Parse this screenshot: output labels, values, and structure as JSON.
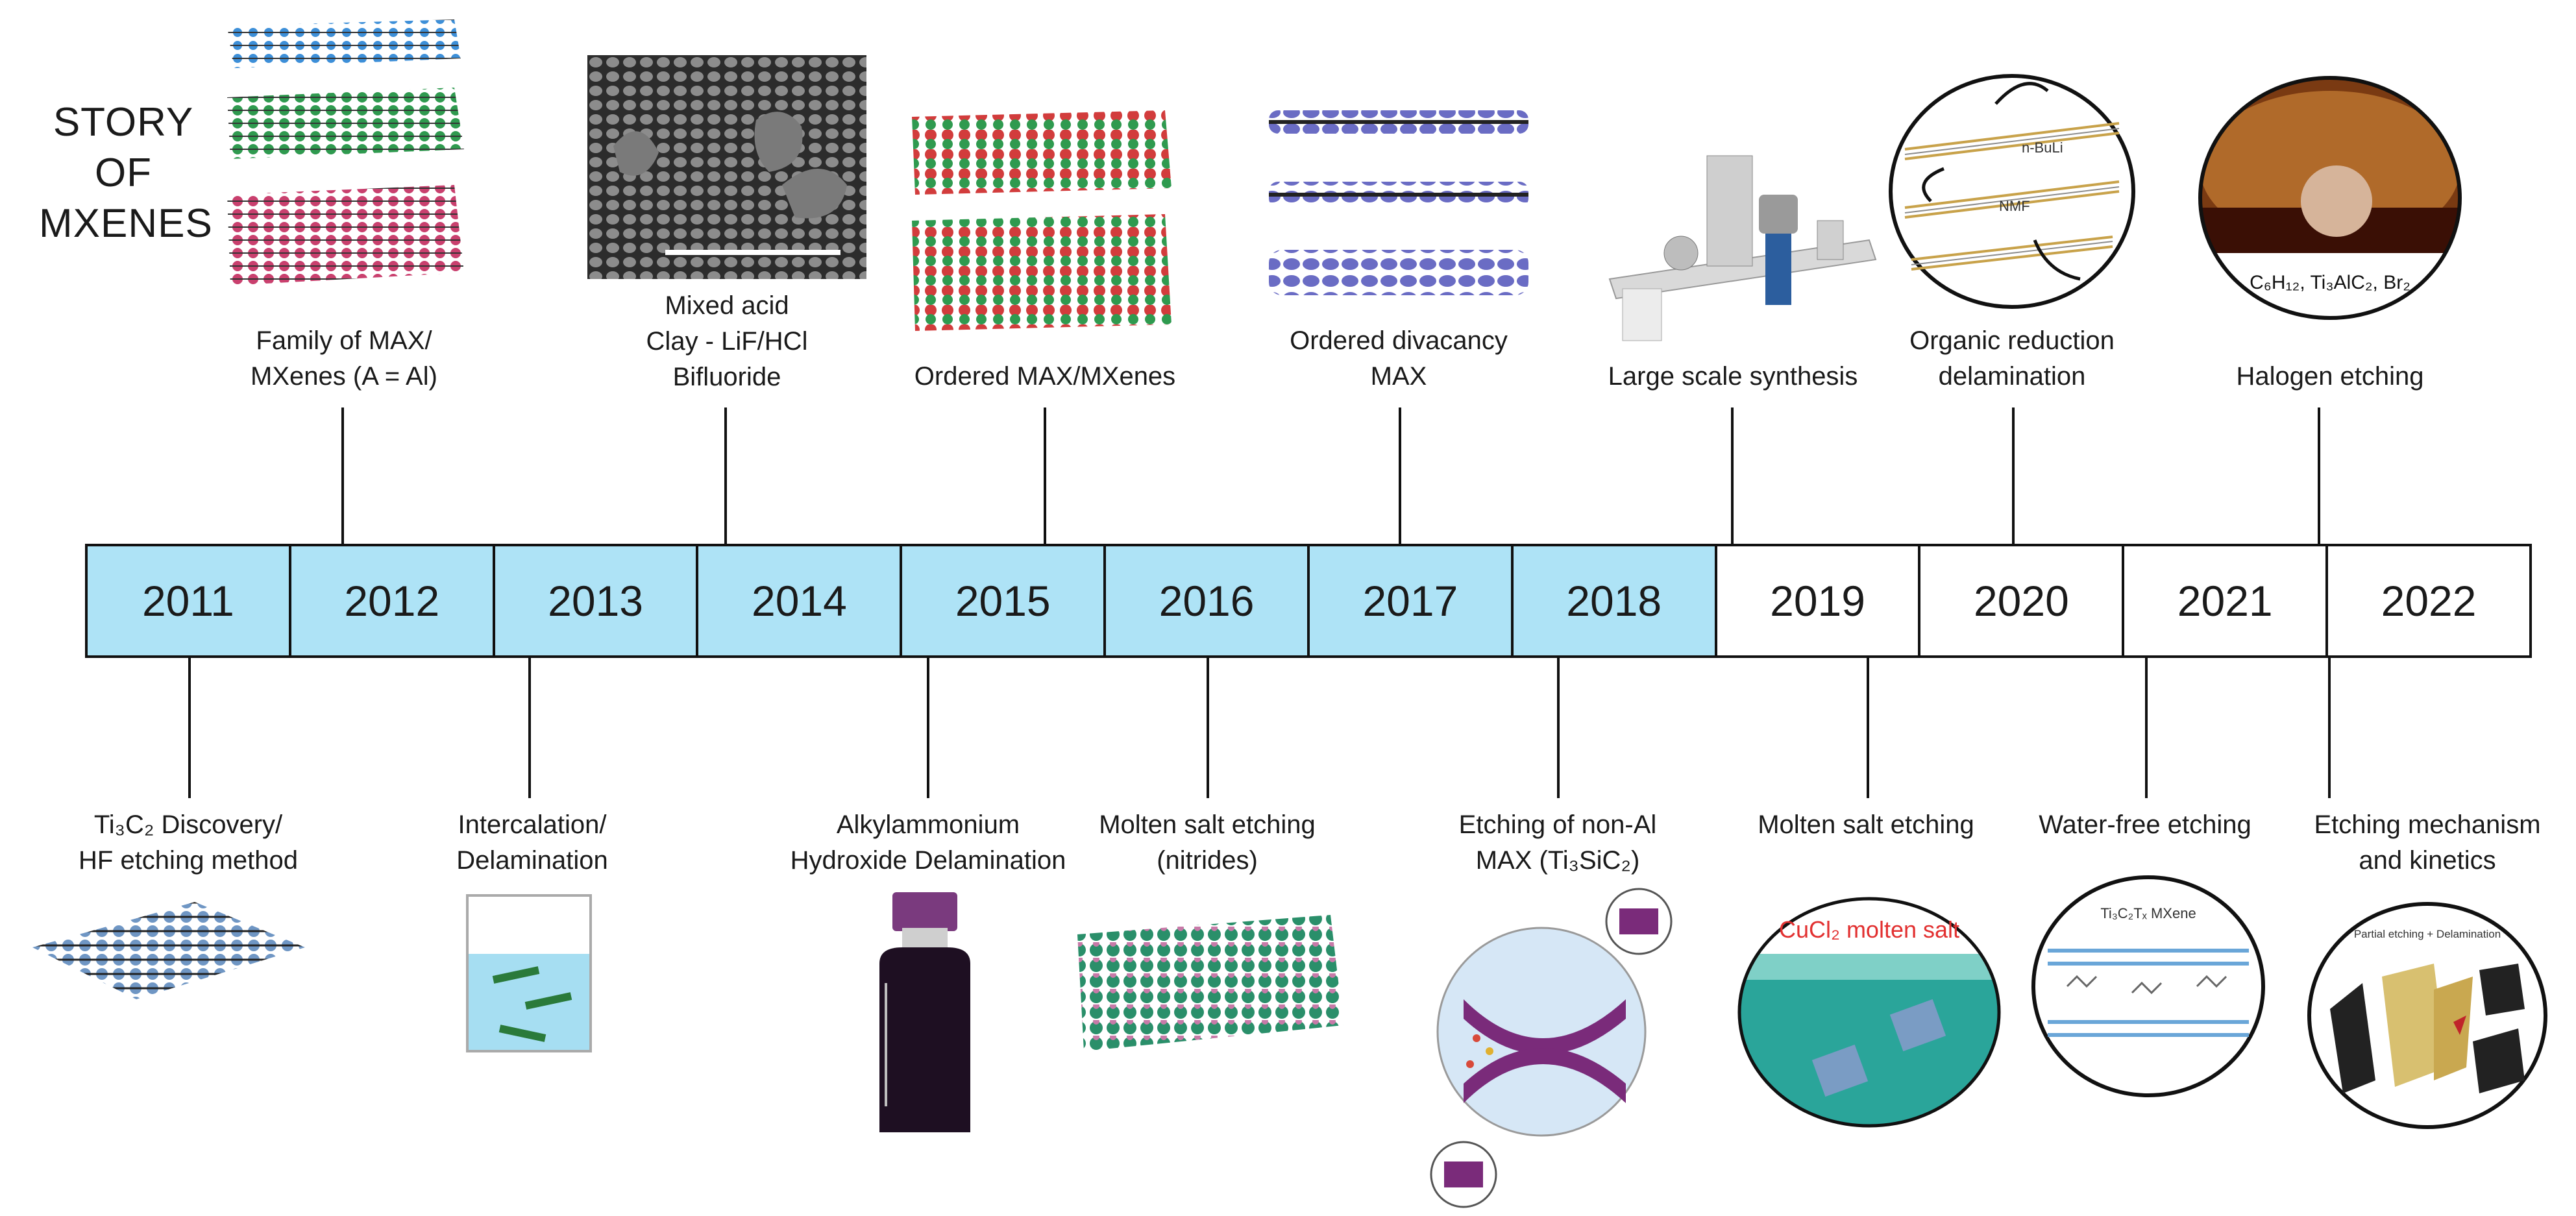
{
  "title": "STORY\nOF\nMXENES",
  "colors": {
    "highlight": "#aee3f6",
    "plain": "#ffffff",
    "line": "#111111"
  },
  "years": [
    {
      "label": "2011",
      "style": "highlight"
    },
    {
      "label": "2012",
      "style": "highlight"
    },
    {
      "label": "2013",
      "style": "highlight"
    },
    {
      "label": "2014",
      "style": "highlight"
    },
    {
      "label": "2015",
      "style": "highlight"
    },
    {
      "label": "2016",
      "style": "highlight"
    },
    {
      "label": "2017",
      "style": "highlight"
    },
    {
      "label": "2018",
      "style": "highlight"
    },
    {
      "label": "2019",
      "style": "plain"
    },
    {
      "label": "2020",
      "style": "plain"
    },
    {
      "label": "2021",
      "style": "plain"
    },
    {
      "label": "2022",
      "style": "plain"
    }
  ],
  "top_events": {
    "e2012": "Family of MAX/\nMXenes (A = Al)",
    "e2014": "Mixed acid\nClay - LiF/HCl\nBifluoride",
    "e2015": "Ordered MAX/MXenes",
    "e2017": "Ordered divacancy\nMAX",
    "e2019": "Large scale synthesis",
    "e2020": "Organic reduction\ndelamination",
    "e2021": "Halogen etching"
  },
  "bottom_events": {
    "e2011": "Ti₃C₂ Discovery/\nHF etching method",
    "e2013": "Intercalation/\nDelamination",
    "e2015": "Alkylammonium\nHydroxide Delamination",
    "e2016": "Molten salt etching\n(nitrides)",
    "e2018": "Etching of non-Al\nMAX (Ti₃SiC₂)",
    "e2019": "Molten salt etching",
    "e2020": "Water-free etching",
    "e2022": "Etching mechanism\nand kinetics"
  },
  "image_labels": {
    "nbuli": "n-BuLi",
    "nmf": "NMF",
    "halogen": "C₆H₁₂, Ti₃AlC₂, Br₂",
    "cucl2": "CuCl₂ molten salt",
    "ti3c2tx": "Ti₃C₂Tₓ MXene",
    "partial": "Partial etching + Delamination"
  }
}
